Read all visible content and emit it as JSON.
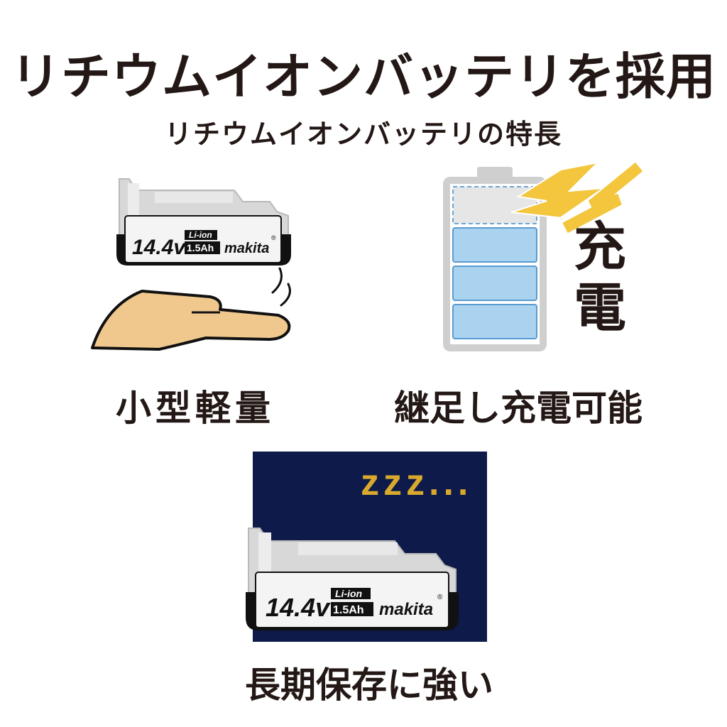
{
  "title": "リチウムイオンバッテリを採用",
  "subtitle": "リチウムイオンバッテリの特長",
  "features": {
    "compact": {
      "caption": "小型軽量"
    },
    "recharge": {
      "caption": "継足し充電可能",
      "side_label": "充電"
    },
    "storage": {
      "caption": "長期保存に強い",
      "sleep_text": "zzz..."
    }
  },
  "battery_label": {
    "voltage": "14.4v",
    "chemistry": "Li-ion",
    "capacity": "1.5Ah",
    "brand": "makita",
    "mark": "®"
  },
  "colors": {
    "text": "#231815",
    "hand": "#f0c88e",
    "battery_cell": "#a9d3ef",
    "battery_frame": "#cfcfcf",
    "bolt": "#f3c63e",
    "night": "#0e1a4a",
    "zzz": "#d8a92d"
  }
}
